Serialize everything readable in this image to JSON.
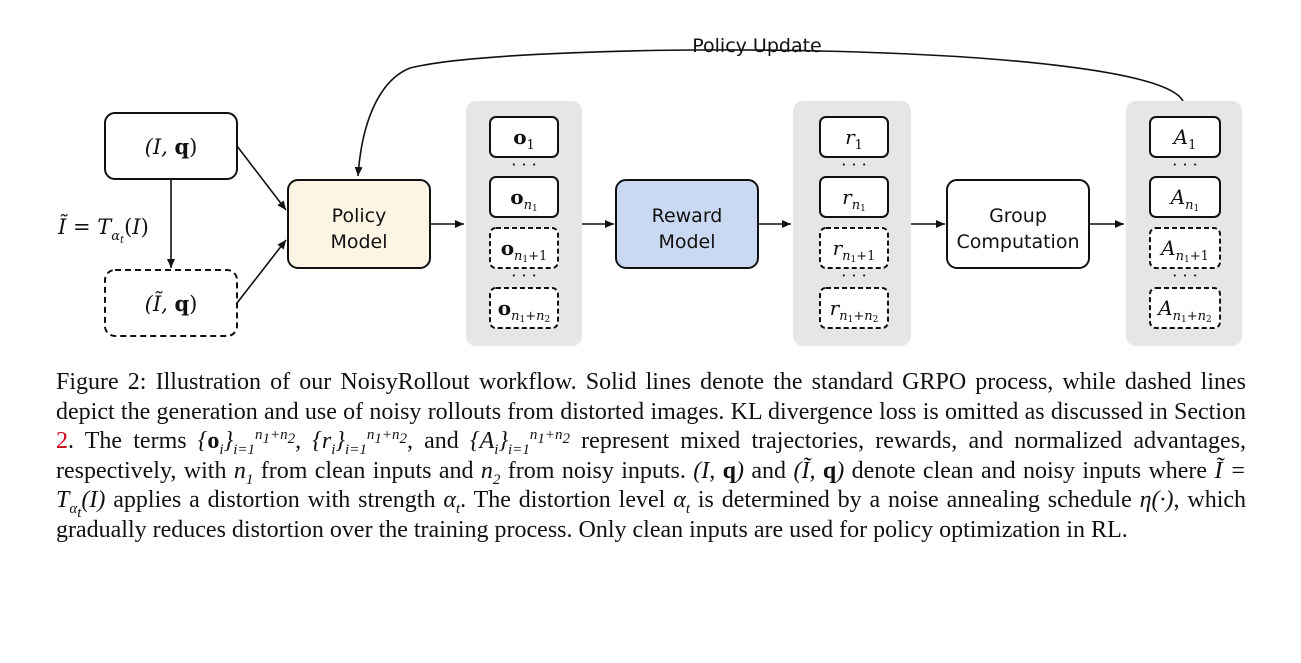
{
  "figure": {
    "policy_update_label": "Policy Update",
    "policy_model": {
      "line1": "Policy",
      "line2": "Model"
    },
    "reward_model": {
      "line1": "Reward",
      "line2": "Model"
    },
    "group_computation": {
      "line1": "Group",
      "line2": "Computation"
    },
    "clean_input": "(I, q)",
    "noisy_input": "(Ĩ, q)",
    "distortion_label": "Ĩ = T_{α_t}(I)",
    "ellipsis": "· · ·",
    "outputs": [
      "o_1",
      "o_{n_1}",
      "o_{n_1+1}",
      "o_{n_1+n_2}"
    ],
    "rewards": [
      "r_1",
      "r_{n_1}",
      "r_{n_1+1}",
      "r_{n_1+n_2}"
    ],
    "advantages": [
      "A_1",
      "A_{n_1}",
      "A_{n_1+1}",
      "A_{n_1+n_2}"
    ],
    "colors": {
      "policy_fill": "#fdf5e4",
      "reward_fill": "#c9d9f1",
      "panel_fill": "#e6e6e6",
      "stroke": "#111111",
      "ref": "#d0021b"
    }
  },
  "caption": {
    "figure_label": "Figure 2:",
    "s1": "Illustration of our NoisyRollout workflow. Solid lines denote the standard GRPO process, while dashed lines depict the generation and use of noisy rollouts from distorted images. KL divergence loss is omitted as discussed in Section",
    "section_ref": "2",
    "s2": ". The terms",
    "s3": "represent mixed trajectories, rewards, and normalized advantages, respectively, with",
    "s4": "from clean inputs and",
    "s5": "from noisy inputs.",
    "s6": "and",
    "s7": "denote clean and noisy inputs where",
    "s8": "applies a distortion with strength",
    "s9": ". The distortion level",
    "s10": "is determined by a noise annealing schedule",
    "s11": ", which gradually reduces distortion over the training process. Only clean inputs are used for policy optimization in RL."
  }
}
